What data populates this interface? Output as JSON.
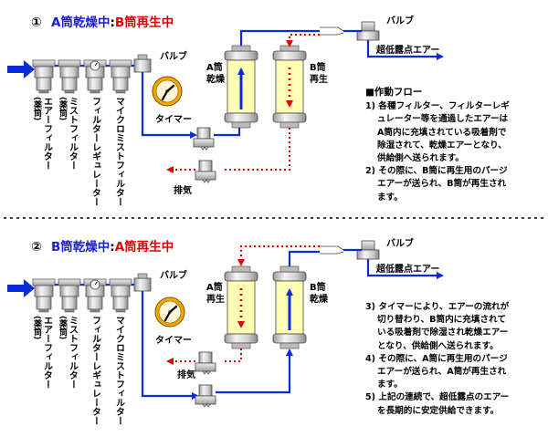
{
  "panel1": {
    "title_num": "①",
    "title_a": "A筒乾燥中",
    "title_sep": ":",
    "title_b": "B筒再生中",
    "valve": "バルブ",
    "timer": "タイマー",
    "exhaust": "排気",
    "output": "超低露点エアー",
    "tank_a": [
      "A筒",
      "乾燥"
    ],
    "tank_b": [
      "B筒",
      "再生"
    ],
    "filters": [
      "エアーフィルター",
      "ミストフィルター",
      "フィルターレギュレーター",
      "マイクロミストフィルター"
    ],
    "filter_subs": [
      "(薬筒)",
      "(薬筒)",
      "",
      ""
    ],
    "note_heading": "■作動フロー",
    "notes": [
      {
        "num": "1)",
        "lines": [
          "各種フィルター、フィルターレギ",
          "ュレーター等を通過したエアーは",
          "A筒内に充填されている吸着剤で",
          "除湿されて、乾燥エアーとなり、",
          "供給側へ送られます。"
        ]
      },
      {
        "num": "2)",
        "lines": [
          "その際に、B筒に再生用のパージ",
          "エアーが送られ、B筒が再生され",
          "ます。"
        ]
      }
    ]
  },
  "panel2": {
    "title_num": "②",
    "title_a": "B筒乾燥中",
    "title_sep": ":",
    "title_b": "A筒再生中",
    "valve": "バルブ",
    "timer": "タイマー",
    "exhaust": "排気",
    "output": "超低露点エアー",
    "tank_a": [
      "A筒",
      "再生"
    ],
    "tank_b": [
      "B筒",
      "乾燥"
    ],
    "filters": [
      "エアーフィルター",
      "ミストフィルター",
      "フィルターレギュレーター",
      "マイクロミストフィルター"
    ],
    "filter_subs": [
      "(薬筒)",
      "(薬筒)",
      "",
      ""
    ],
    "notes": [
      {
        "num": "3)",
        "lines": [
          "タイマーにより、エアーの流れが",
          "切り替わり、B筒内に充填されて",
          "いる吸着剤で除湿され乾燥エアー",
          "となり、供給側へ送られます。"
        ]
      },
      {
        "num": "4)",
        "lines": [
          "その際に、A筒に再生用のパージ",
          "エアーが送られ、A筒が再生され",
          "ます。"
        ]
      },
      {
        "num": "5)",
        "lines": [
          "上記の連続で、超低露点のエアー",
          "を長期的に安定供給できます。"
        ]
      }
    ]
  },
  "colors": {
    "flow": "#0b2bd6",
    "purge": "#e00000",
    "title_a": "#1a1adf",
    "title_b": "#e00000",
    "tank_fill": "#ffffb4",
    "unit": "#d8d8d8"
  },
  "icons": [
    "clock-icon",
    "solenoid-valve-icon",
    "three-way-valve-icon",
    "flow-arrow-icon"
  ]
}
